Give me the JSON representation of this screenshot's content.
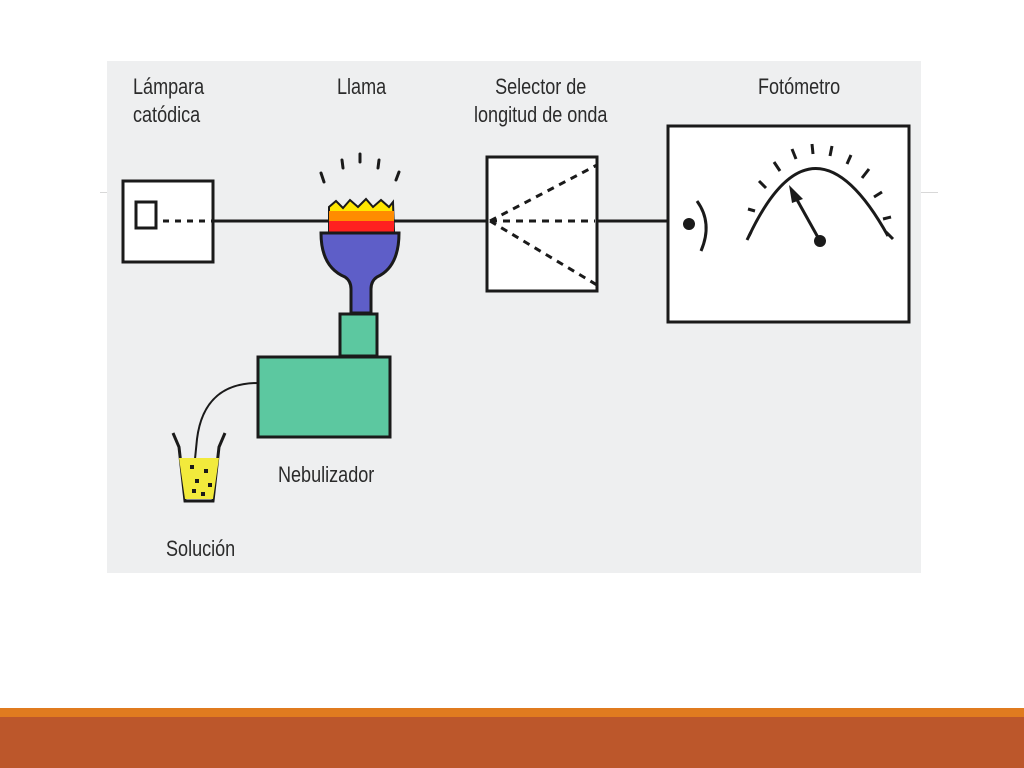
{
  "diagram": {
    "labels": {
      "lamp": "Lámpara\ncatódica",
      "flame": "Llama",
      "selector": "Selector de\nlongitud de onda",
      "photometer": "Fotómetro",
      "nebulizer": "Nebulizador",
      "solution": "Solución"
    },
    "colors": {
      "background": "#eeeff0",
      "outline": "#1a1a1a",
      "flame_red": "#ff2020",
      "flame_orange": "#ff8c00",
      "flame_yellow": "#ffe600",
      "burner_blue": "#5e5ec8",
      "nebulizer_green": "#5cc8a0",
      "solution_yellow": "#f2ea3c"
    }
  },
  "footer": {
    "accent_color": "#e07b1f",
    "bar_color": "#bc572b"
  }
}
